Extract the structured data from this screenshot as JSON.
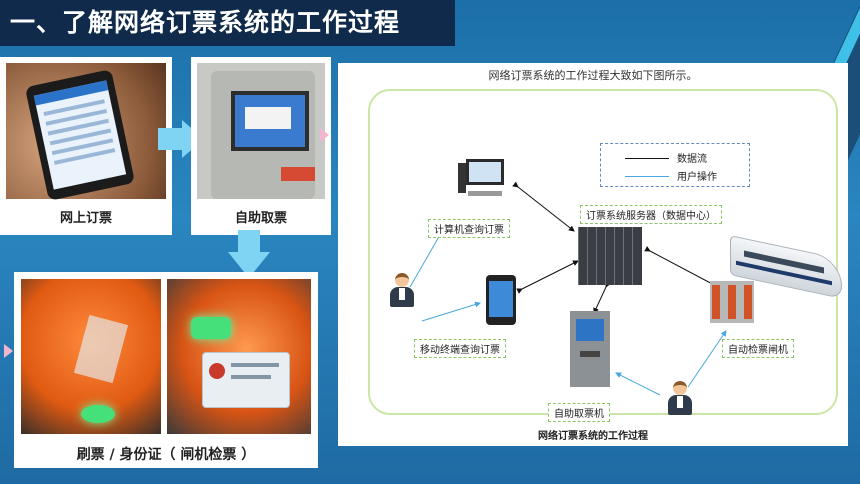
{
  "slide": {
    "title": "一、了解网络订票系统的工作过程",
    "colors": {
      "background": "#2a86c0",
      "title_bar": "#0f2a4a",
      "arrow": "#7fd3f3"
    }
  },
  "photos": {
    "online_booking_caption": "网上订票",
    "self_service_caption": "自助取票",
    "gate_caption": "刷票 / 身份证（ 闸机检票 ）"
  },
  "diagram": {
    "heading": "网络订票系统的工作过程大致如下图所示。",
    "legend": {
      "data_flow": "数据流",
      "user_operation": "用户操作"
    },
    "nodes": {
      "server": "订票系统服务器（数据中心）",
      "computer": "计算机查询订票",
      "mobile": "移动终端查询订票",
      "kiosk": "自助取票机",
      "gate": "自动检票闸机"
    },
    "caption": "网络订票系统的工作过程"
  }
}
